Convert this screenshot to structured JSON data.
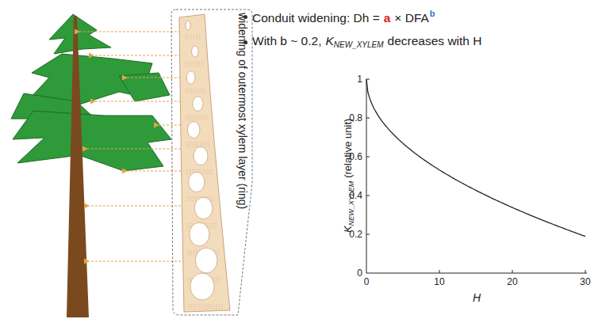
{
  "diagram": {
    "labels": [
      "widening of outermost xylem layer (ring)",
      "Conduit widening: Dh =",
      "a",
      "× DFA",
      "b",
      "With b ~ 0.2,",
      "K",
      "NEW_XYLEM",
      "decreases with H",
      "K",
      "NEW_XYLEM",
      "(relative unit)",
      "H",
      "0",
      "0.2",
      "0.4",
      "0.6",
      "0.8",
      "1",
      "0",
      "10",
      "20",
      "30"
    ]
  }
}
